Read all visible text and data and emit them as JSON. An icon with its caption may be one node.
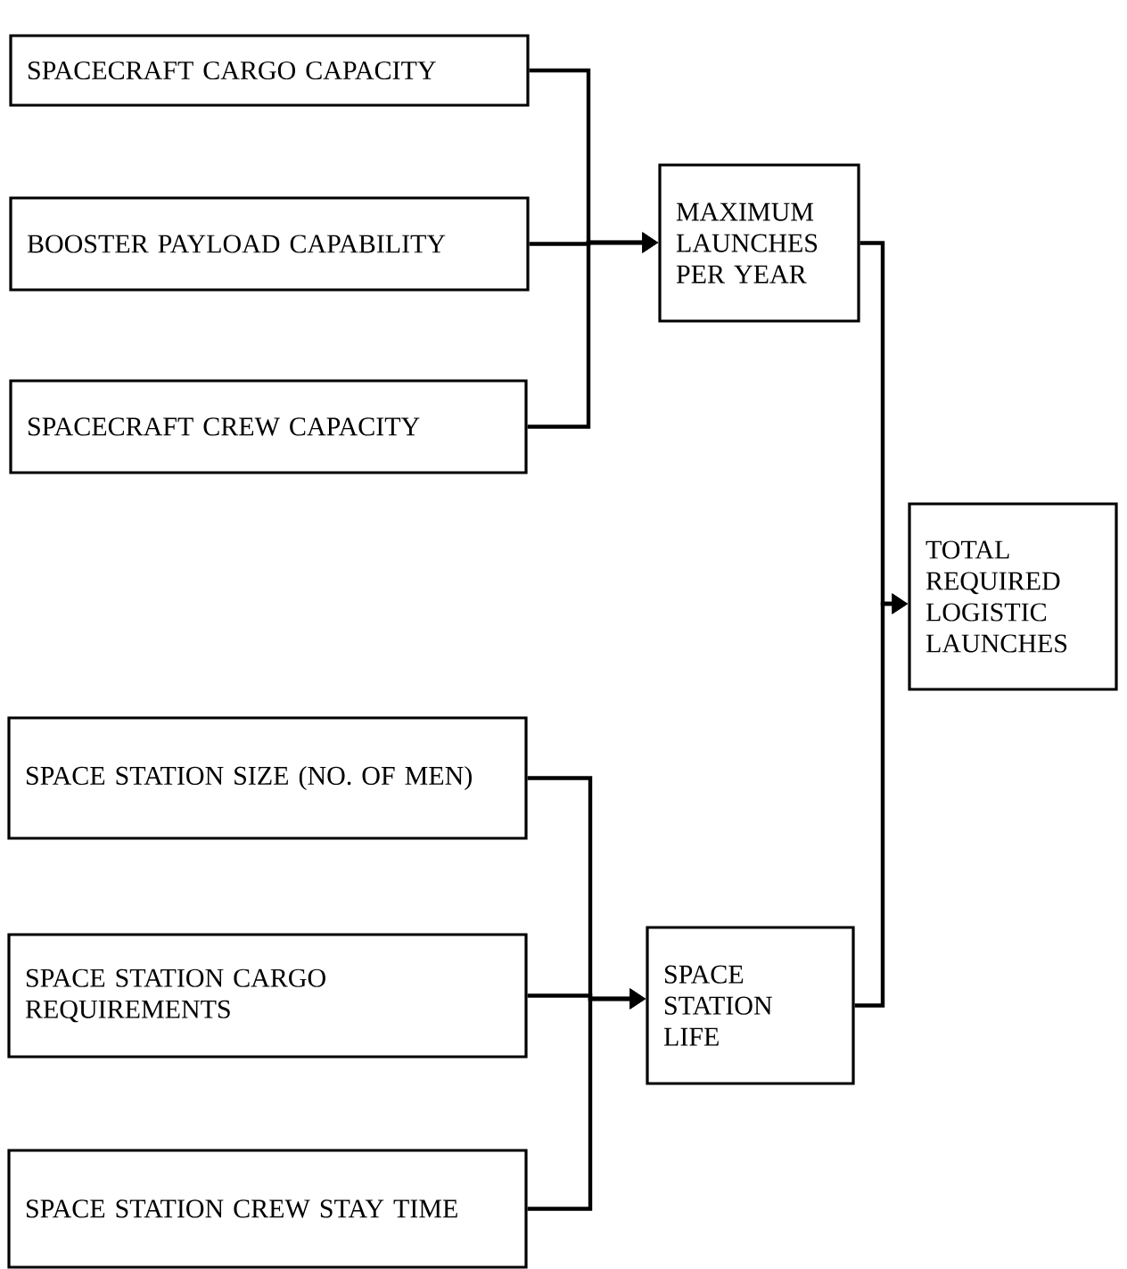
{
  "diagram": {
    "nodes": [
      {
        "text": [
          "SPACECRAFT CARGO CAPACITY"
        ]
      },
      {
        "text": [
          "BOOSTER PAYLOAD CAPABILITY"
        ]
      },
      {
        "text": [
          "SPACECRAFT CREW CAPACITY"
        ]
      },
      {
        "text": [
          "MAXIMUM LAUNCHES PER YEAR"
        ]
      },
      {
        "text": [
          "TOTAL REQUIRED LOGISTIC LAUNCHES"
        ]
      },
      {
        "text": [
          "SPACE STATION SIZE (NO. OF MEN)"
        ]
      },
      {
        "text": [
          "SPACE STATION CARGO REQUIREMENTS"
        ]
      },
      {
        "text": [
          "SPACE STATION CREW STAY TIME"
        ]
      },
      {
        "text": [
          "SPACE STATION LIFE"
        ]
      }
    ],
    "edges": [
      {
        "from": 0,
        "to": 3,
        "arrow": "to"
      },
      {
        "from": 1,
        "to": 3,
        "arrow": "to"
      },
      {
        "from": 2,
        "to": 3,
        "arrow": "to"
      },
      {
        "from": 3,
        "to": 4,
        "arrow": "to"
      },
      {
        "from": 8,
        "to": 4,
        "arrow": "to"
      },
      {
        "from": 5,
        "to": 8,
        "arrow": "to"
      },
      {
        "from": 6,
        "to": 8,
        "arrow": "to"
      },
      {
        "from": 7,
        "to": 8,
        "arrow": "to"
      }
    ]
  }
}
